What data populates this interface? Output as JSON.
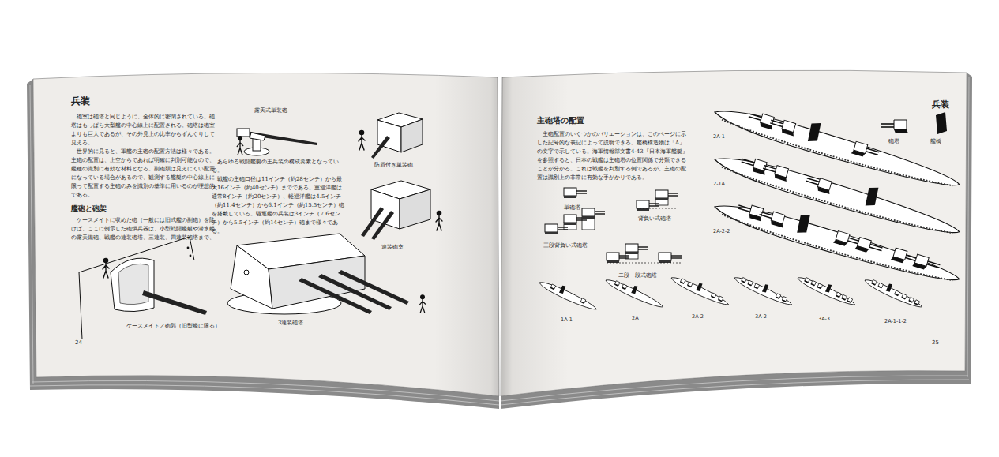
{
  "diagram": {
    "title": "兵装",
    "labels": [
      "砲室は砲塔と同じように、全体的に密閉されている。砲塔はもっぱら大型艦の中心線上に配置される。砲塔は砲室よりも巨大であるが、その外見上の比率からずんぐりして見える。",
      "世界的に見ると、軍艦の主砲の配置方法は様々である。主砲の配置は、上空からであれば明確に判別可能なので、艦種の識別に有効な材料となる。副砲類は見えにくい配置になっている場合があるので、観測する艦艇の中心線上に限って配置する主砲のみを識別の基準に用いるのが理想的である。",
      "艦砲と砲架",
      "ケースメイトに収めた砲（一般には旧式艦の副砲）を除けば、ここに例示した砲熕兵器は、小型戦闘艦艇や潜水艦の露天備砲、戦艦の連装砲塔、三連装、四連装砲塔まで、",
      "露天式単装砲",
      "防盾付き単装砲",
      "あらゆる戦闘艦艇の主兵装の構成要素となっている。",
      "戦艦の主砲口径は11インチ（約28センチ）から最大16インチ（約40センチ）までである。重巡洋艦は通常8インチ（約20センチ）、軽巡洋艦は4.5インチ（約11.4センチ）から6.1インチ（約15.5センチ）砲を搭載している。駆逐艦の兵装は3インチ（7.6センチ）から5.5インチ（約14センチ）砲まで様々である。",
      "連装砲室",
      "3連装砲塔",
      "ケースメイト／砲郭（旧型艦に限る）",
      "24",
      "主砲塔の配置",
      "兵装",
      "主砲配置のいくつかのバリエーションは、このページに示した記号的な表記によって説明できる。艦橋構造物は「A」の文字で示している。海軍情報部文書4-43『日本海軍艦艇』を参照すると、日本の戦艦は主砲塔の位置関係で分類できることが分かる。これは戦艦を判別する例であるが、主砲の配置は識別上の非常に有効な手がかりである。",
      "砲塔",
      "艦橋",
      "2A-1",
      "2-1A",
      "2A-2-2",
      "単砲塔",
      "背負い式砲塔",
      "三段背負い式砲塔",
      "二段一段式砲塔",
      "1A-1",
      "2A",
      "2A-2",
      "3A-2",
      "3A-3",
      "2A-1-1-2",
      "25"
    ]
  }
}
